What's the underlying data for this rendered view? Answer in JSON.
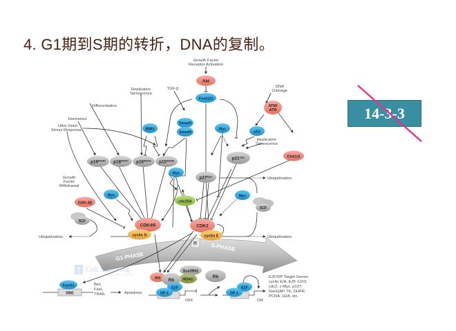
{
  "slide": {
    "title": "4.  G1期到S期的转折，DNA的复制。",
    "badge_label": "14-3-3",
    "badge_color": "#3a8ea2",
    "strike_color": "#e8308c"
  },
  "inputs": {
    "growth_factor": "Growth Factor",
    "receptor_activation": "Receptor Activation",
    "tgf_beta": "TGF-β",
    "dna": "DNA",
    "damage": "Damage",
    "replicative": "Replicative",
    "senescence": "Senescence",
    "differentiation": "Differentiation",
    "hormones": "Hormones",
    "ultra_violet": "Ultra Violet",
    "stress_response": "Stress Response",
    "growth": "Growth",
    "factor": "Factor",
    "withdrawal": "Withdrawal",
    "replicative2": "Replicative",
    "senescence2": "Senescence"
  },
  "nodes": {
    "akt": "Akt",
    "foxo13": "Fox01/3",
    "atm_atr_1": "ATM/",
    "atm_atr_2": "ATR",
    "smad3": "Smad3",
    "smad4": "Smad4",
    "bmi1": "BMI1",
    "myc_top": "Myc",
    "p53": "p53",
    "chk12": "Chk1/2",
    "p19": "p19",
    "p19_sup": "INK4D",
    "p18": "p18",
    "p18_sup": "INK4C",
    "p16": "p16",
    "p16_sup": "INK4A",
    "p15": "p15",
    "p15_sup": "INK4B",
    "p21": "p21",
    "p21_sup": "Cip1",
    "p27": "p27",
    "p27_sup": "Kip1",
    "myc_mid": "Myc",
    "myc_left": "Myc",
    "myc_right": "Myc",
    "cdc25a": "cdc25A",
    "gsk3b": "GSK-3β",
    "scf_left": "SCF",
    "scf_right": "SCF",
    "cdk46": "CDK4/6",
    "cyclin_d": "cyclin D",
    "cdk2": "CDK2",
    "cyclin_e": "cyclin E",
    "abl": "Abl",
    "rb": "Rb",
    "suv39h1": "Suv39H1",
    "hdac": "HDAC",
    "e2f": "E2F",
    "dp1": "DP-1",
    "rb_free": "Rb",
    "e2f_on": "E2F",
    "dp1_on": "DP-1",
    "foxo1": "FoxO1",
    "dbe": "DBE"
  },
  "labels": {
    "ubiquitination_left": "Ubiquitination",
    "ubiquitination_top": "Ubiquitination",
    "ubiquitination_bottom": "Ubiquitination",
    "g1_phase": "G1-PHASE",
    "s_phase": "S-PHASE",
    "restriction": "R",
    "bim": "Bim",
    "fasl": "FasL",
    "trail": "TRAIL",
    "apoptosis": "Apoptosis",
    "off": "OFF",
    "on": "ON",
    "targets_title": "E2F/DP Target Genes:",
    "targets_line1": "cyclin E/A, E2F-1/2/3,",
    "targets_line2": "cdc2, c-Myc, p107,",
    "targets_line3": "RanGAP, TK, DHFR,",
    "targets_line4": "PCNA, H2A, etc.",
    "logo_main": "Cell Signaling",
    "logo_sub": "TECHNOLOGY®"
  },
  "colors": {
    "red_node": "#f08a80",
    "blue_node": "#2aa8e0",
    "gray_node": "#b8b8b8",
    "green_node": "#9ccc4c",
    "orange_node": "#f5b248",
    "olive_node": "#98a85a"
  }
}
